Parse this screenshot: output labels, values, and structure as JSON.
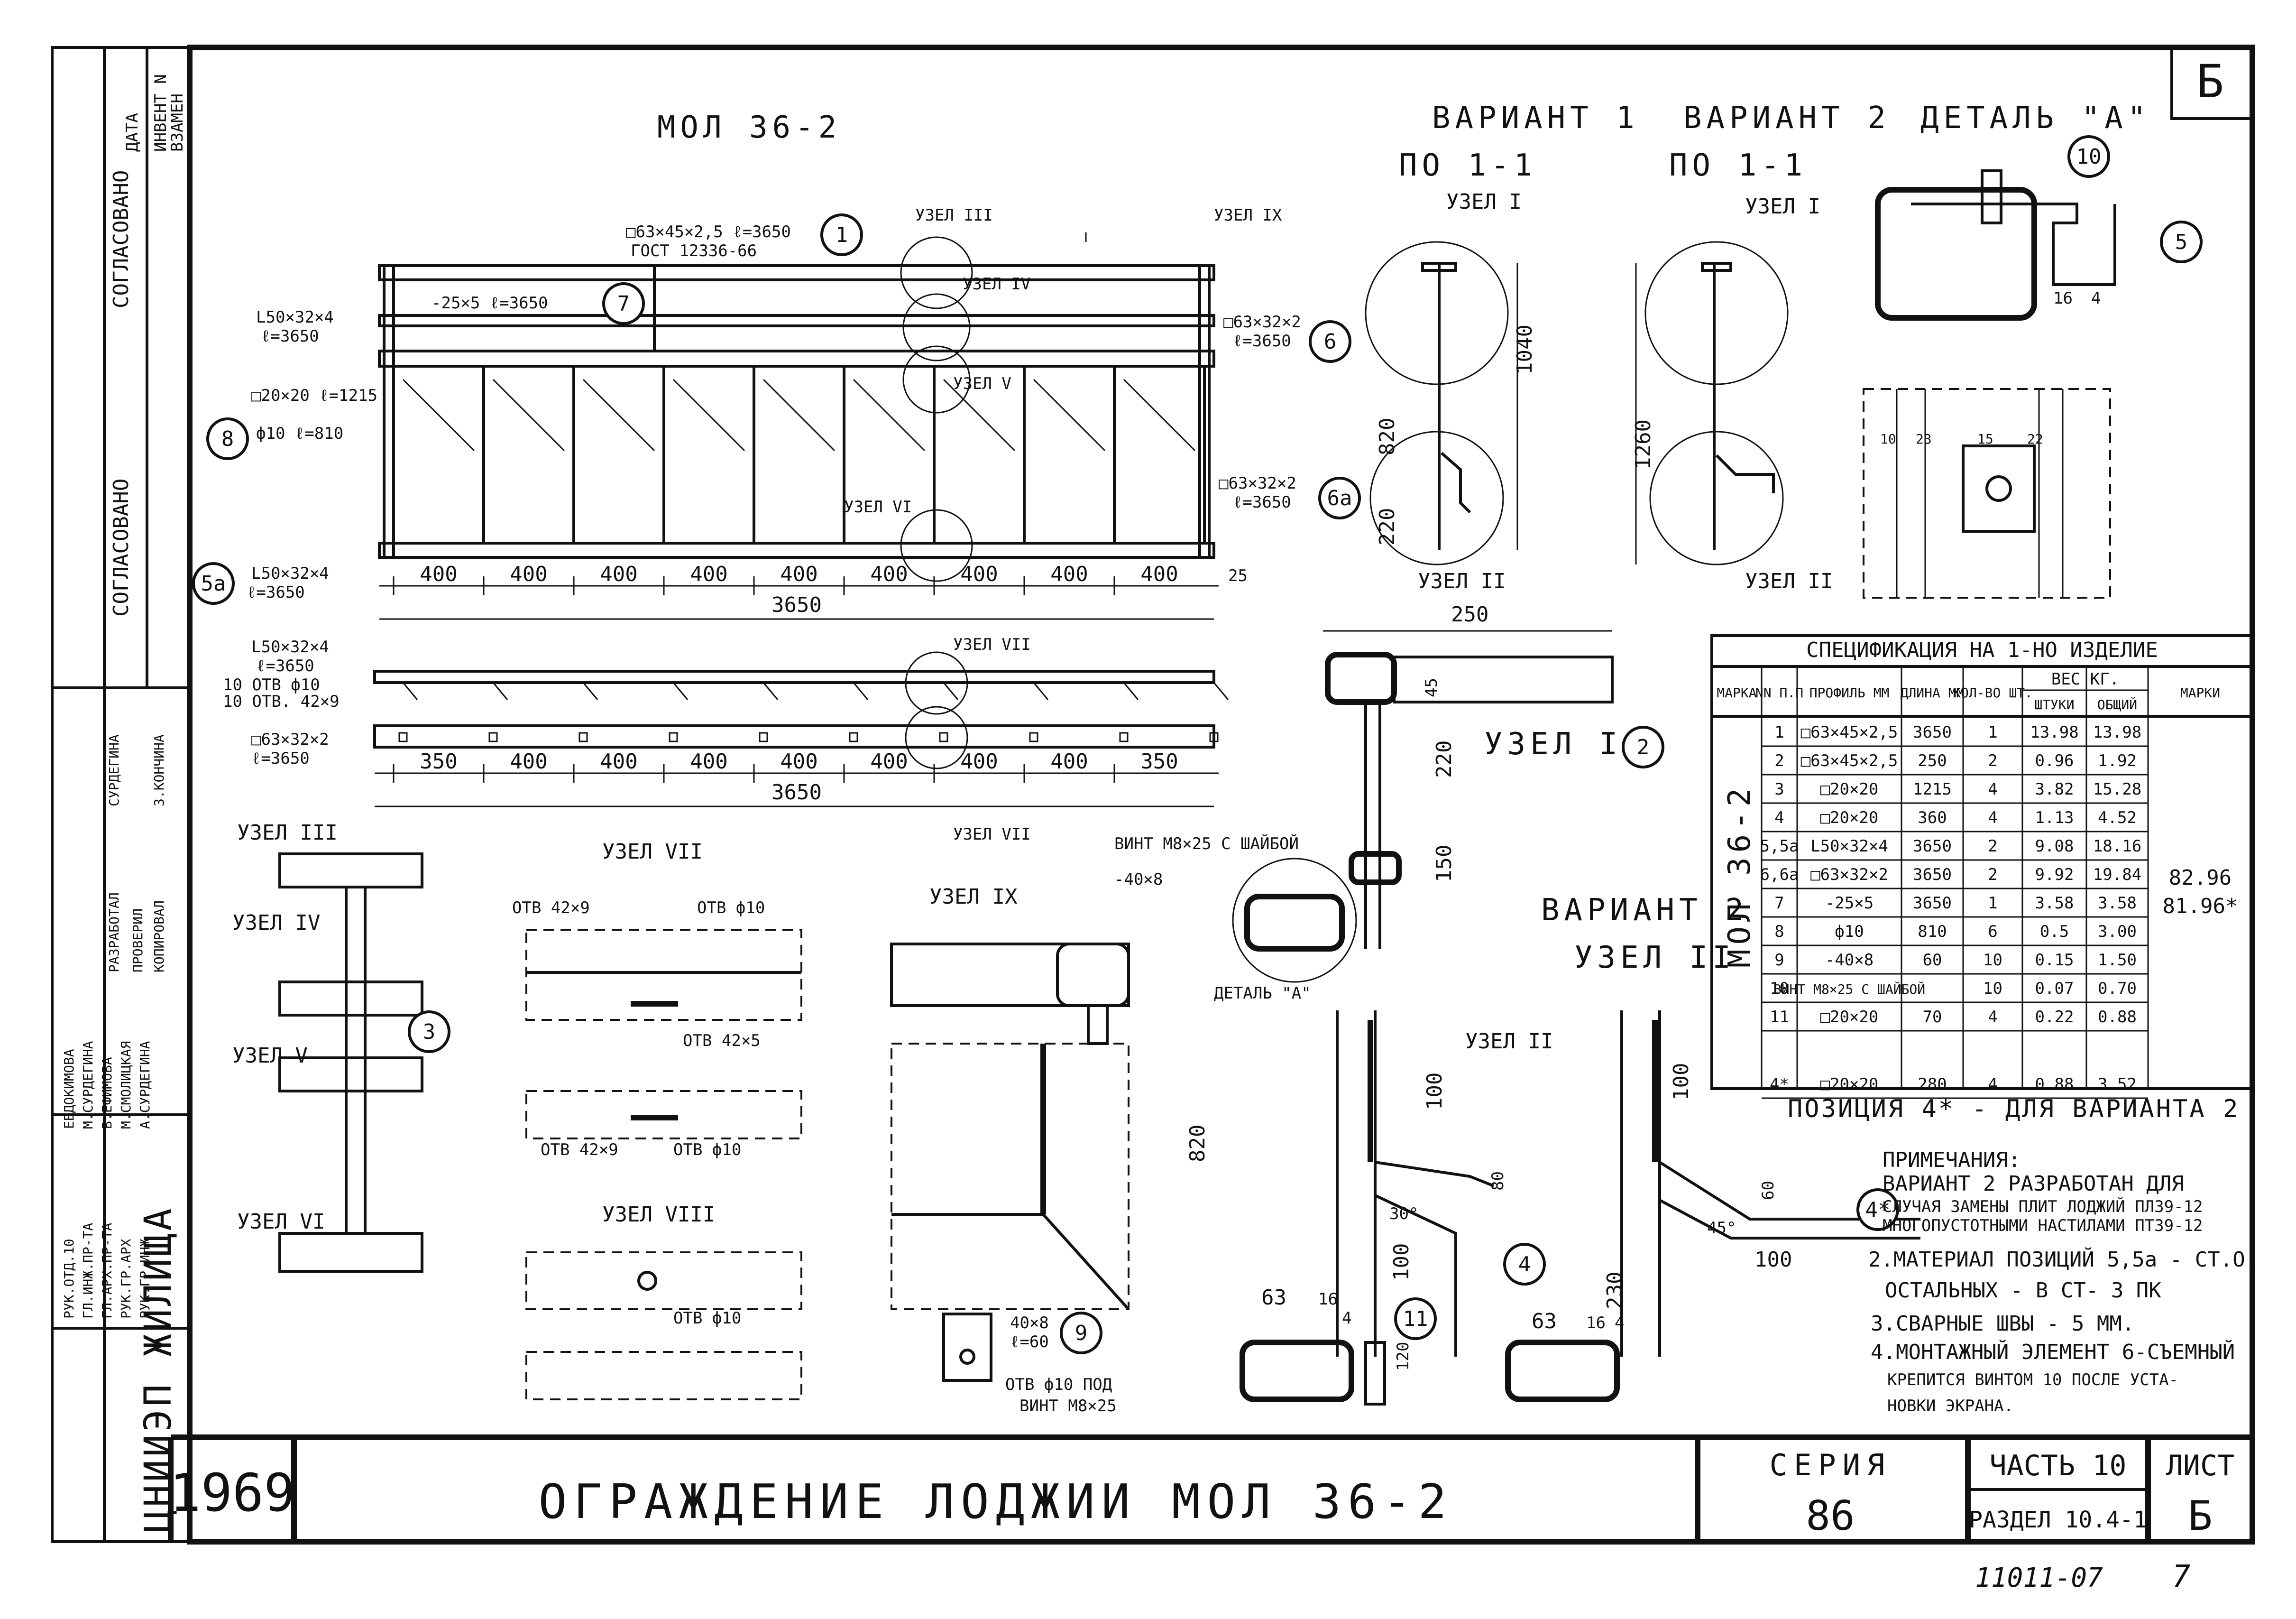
{
  "sheet": {
    "sheet_letter": "Б",
    "main_view_title": "МОЛ 36-2",
    "variant1_title": "ВАРИАНТ 1",
    "variant1_sub": "ПО 1-1",
    "variant2_title": "ВАРИАНТ 2",
    "variant2_sub": "ПО 1-1",
    "detail_title": "ДЕТАЛЬ \"А\"",
    "variant2_node_title": "ВАРИАНТ 2",
    "variant2_node_sub": "УЗЕЛ II"
  },
  "nodes": {
    "n1": "УЗЕЛ I",
    "n2": "УЗЕЛ II",
    "n3": "УЗЕЛ III",
    "n4": "УЗЕЛ IV",
    "n5": "УЗЕЛ V",
    "n6": "УЗЕЛ VI",
    "n7": "УЗЕЛ VII",
    "n8": "УЗЕЛ VIII",
    "n9": "УЗЕЛ IX"
  },
  "callouts": {
    "c1": "□63×45×2,5 ℓ=3650",
    "c1b": "ГОСТ 12336-66",
    "c7": "-25×5 ℓ=3650",
    "c5": "L50×32×4",
    "c5b": "ℓ=3650",
    "c6": "□63×32×2",
    "c6b": "ℓ=3650",
    "c3": "□20×20 ℓ=1215",
    "c8": "ф10 ℓ=810",
    "c6a": "□63×32×2",
    "c6ab": "ℓ=3650",
    "c5a": "L50×32×4",
    "c5ab": "ℓ=3650",
    "holes1": "10 ОТВ ф10",
    "holes2": "10 ОТВ. 42×9",
    "screw": "ВИНТ М8×25 С ШАЙБОЙ",
    "plate": "-40×8",
    "detail_a": "ДЕТАЛЬ \"А\"",
    "otv429": "ОТВ 42×9",
    "otvf10": "ОТВ ф10",
    "otv425": "ОТВ 42×5",
    "plate2": "40×8",
    "plate2b": "ℓ=60",
    "otv_screw": "ОТВ ф10 ПОД",
    "otv_screw_b": "ВИНТ М8×25"
  },
  "dims": {
    "spacing": [
      "400",
      "400",
      "400",
      "400",
      "400",
      "400",
      "400",
      "400",
      "400"
    ],
    "total": "3650",
    "end25": "25",
    "bottom_spacing": [
      "350",
      "400",
      "400",
      "400",
      "400",
      "400",
      "400",
      "400",
      "350"
    ],
    "h1040": "1040",
    "h820": "820",
    "h220": "220",
    "h1260": "1260",
    "w250": "250",
    "h45": "45",
    "h150": "150",
    "h100": "100",
    "h80": "80",
    "h60": "60",
    "h230": "230",
    "w63": "63",
    "w16": "16",
    "w4": "4",
    "h120": "120",
    "a30": "30°",
    "a45": "45°"
  },
  "balloons": [
    "1",
    "2",
    "3",
    "4",
    "5",
    "6",
    "7",
    "8",
    "9",
    "10",
    "11",
    "5a",
    "6a",
    "4*"
  ],
  "spec": {
    "title": "СПЕЦИФИКАЦИЯ НА 1-НО ИЗДЕЛИЕ",
    "headers": [
      "МАРКА",
      "NN П.П",
      "ПРОФИЛЬ ММ",
      "ДЛИНА ММ",
      "КОЛ-ВО ШТ.",
      "ШТУКИ",
      "ОБЩИЙ",
      "МАРКИ"
    ],
    "weight_header": "ВЕС КГ.",
    "mark": "МОЛ 36-2",
    "rows": [
      [
        "1",
        "□63×45×2,5",
        "3650",
        "1",
        "13.98",
        "13.98"
      ],
      [
        "2",
        "□63×45×2,5",
        "250",
        "2",
        "0.96",
        "1.92"
      ],
      [
        "3",
        "□20×20",
        "1215",
        "4",
        "3.82",
        "15.28"
      ],
      [
        "4",
        "□20×20",
        "360",
        "4",
        "1.13",
        "4.52"
      ],
      [
        "5,5а",
        "L50×32×4",
        "3650",
        "2",
        "9.08",
        "18.16"
      ],
      [
        "6,6а",
        "□63×32×2",
        "3650",
        "2",
        "9.92",
        "19.84"
      ],
      [
        "7",
        "-25×5",
        "3650",
        "1",
        "3.58",
        "3.58"
      ],
      [
        "8",
        "ф10",
        "810",
        "6",
        "0.5",
        "3.00"
      ],
      [
        "9",
        "-40×8",
        "60",
        "10",
        "0.15",
        "1.50"
      ],
      [
        "10",
        "ВИНТ М8×25 С ШАЙБОЙ",
        "",
        "10",
        "0.07",
        "0.70"
      ],
      [
        "11",
        "□20×20",
        "70",
        "4",
        "0.22",
        "0.88"
      ],
      [
        "4*",
        "□20×20",
        "280",
        "4",
        "0.88",
        "3.52"
      ]
    ],
    "mark_weight": "82.96",
    "mark_weight_alt": "81.96*",
    "footnote": "ПОЗИЦИЯ 4* - ДЛЯ ВАРИАНТА 2"
  },
  "notes": {
    "title": "ПРИМЕЧАНИЯ:",
    "n1a": "ВАРИАНТ 2 РАЗРАБОТАН ДЛЯ",
    "n1b": "СЛУЧАЯ ЗАМЕНЫ ПЛИТ ЛОДЖИЙ ПЛ39-12",
    "n1c": "МНОГОПУСТОТНЫМИ НАСТИЛАМИ ПТ39-12",
    "n2a": "2.МАТЕРИАЛ ПОЗИЦИЙ 5,5а - СТ.О,",
    "n2b": "ОСТАЛЬНЫХ - В СТ- 3 ПК",
    "n3": "3.СВАРНЫЕ ШВЫ - 5 ММ.",
    "n4a": "4.МОНТАЖНЫЙ ЭЛЕМЕНТ 6-СЪЕМНЫЙ",
    "n4b": "КРЕПИТСЯ ВИНТОМ 10 ПОСЛЕ УСТА-",
    "n4c": "НОВКИ ЭКРАНА."
  },
  "side_stamp": {
    "agreed": "СОГЛАСОВАНО",
    "agreed2": "СОГЛАСОВАНО",
    "inv": "ИНВЕНТ N",
    "date": "ДАТА",
    "repl": "ВЗАМЕН",
    "roles": [
      "РАЗРАБОТАЛ",
      "ПРОВЕРИЛ",
      "КОПИРОВАЛ"
    ],
    "names": [
      "СУРДЕГИНА",
      "З.КОНЧИНА"
    ],
    "left_rows": [
      "РУК.ОТД.10",
      "ГЛ.ИНЖ.ПР-ТА",
      "ГЛ.АРХ.ПР-ТА",
      "РУК.ГР.АРХ",
      "РУК.ГР.ИНЖ"
    ],
    "left_names": [
      "ЕВДОКИМОВА",
      "М.СУРДЕГИНА",
      "В.ЕФИМОВА",
      "М.СМОЛИЦКАЯ",
      "А.СУРДЕГИНА"
    ],
    "org": "ЦНИИЭП ЖИЛИЩА"
  },
  "titleblock": {
    "year": "1969",
    "title": "ОГРАЖДЕНИЕ ЛОДЖИИ МОЛ 36-2",
    "series_label": "СЕРИЯ",
    "series_value": "86",
    "part": "ЧАСТЬ 10",
    "section": "РАЗДЕЛ 10.4-1",
    "sheet_label": "ЛИСТ",
    "sheet_value": "Б",
    "stamp_number": "11011-07",
    "page_number": "7"
  }
}
